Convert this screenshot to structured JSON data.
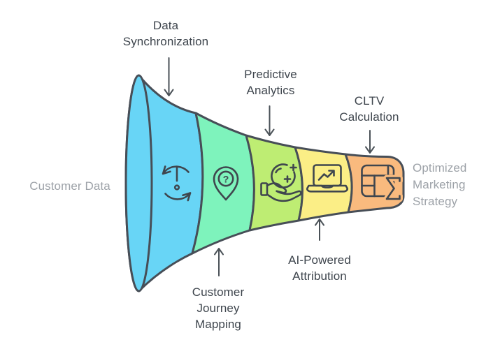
{
  "colors": {
    "outline": "#474E57",
    "icon_stroke": "#3F464E",
    "arrow": "#4A5157",
    "label_text": "#3E454D",
    "muted_text": "#9DA2A8",
    "background": "#FFFFFF"
  },
  "funnel": {
    "input_label": "Customer Data",
    "output_label": "Optimized Marketing Strategy",
    "stages": [
      {
        "name": "data-synchronization",
        "label": "Data Synchronization",
        "color": "#68D5F6",
        "icon": "sync-icon"
      },
      {
        "name": "customer-journey-mapping",
        "label": "Customer Journey Mapping",
        "color": "#7EF3BC",
        "icon": "map-pin-question-icon"
      },
      {
        "name": "predictive-analytics",
        "label": "Predictive Analytics",
        "color": "#BEED73",
        "icon": "hand-sphere-plus-icon"
      },
      {
        "name": "ai-powered-attribution",
        "label": "AI-Powered Attribution",
        "color": "#FBEE86",
        "icon": "laptop-chart-icon"
      },
      {
        "name": "cltv-calculation",
        "label": "CLTV Calculation",
        "color": "#F9BA7E",
        "icon": "table-sigma-icon"
      }
    ],
    "icon_glyphs": {
      "question_mark": "?"
    }
  }
}
